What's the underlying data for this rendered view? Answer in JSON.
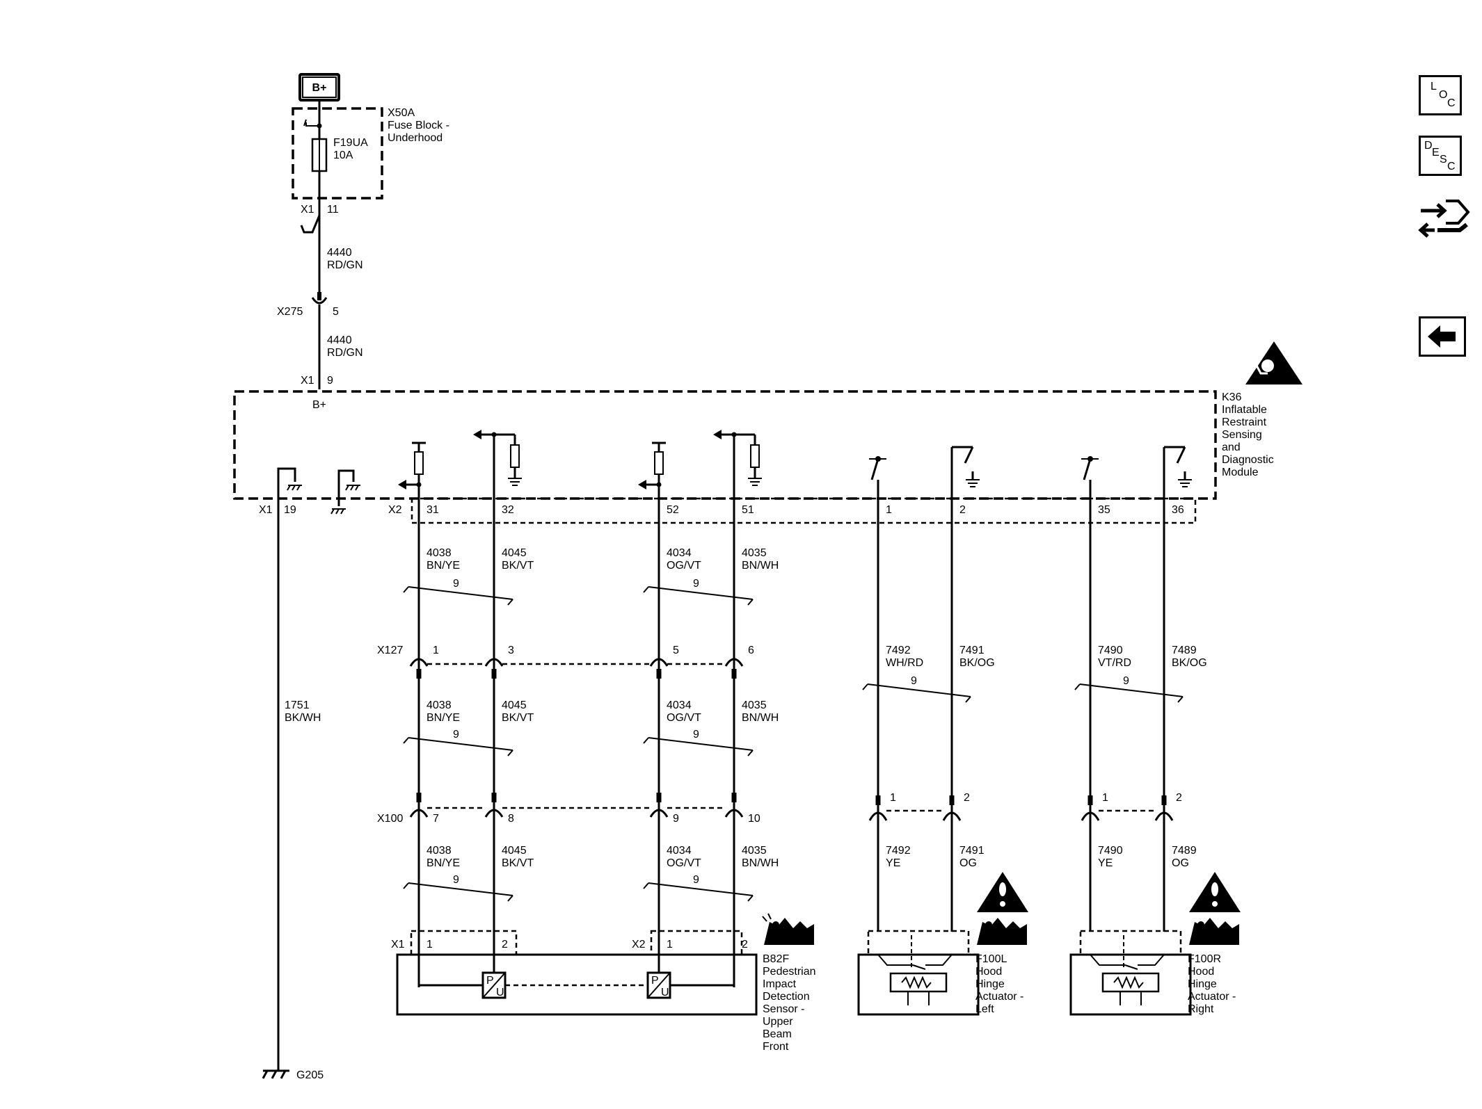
{
  "power": {
    "source": "B+",
    "fuse_block_id": "X50A",
    "fuse_block_name": [
      "Fuse Block -",
      "Underhood"
    ],
    "fuse_id": "F19UA",
    "fuse_rating": "10A",
    "x1_label": "X1",
    "x1_pin": "11",
    "wire_circuit": "4440",
    "wire_color": "RD/GN",
    "inline_conn": "X275",
    "inline_pin": "5",
    "module_conn": "X1",
    "module_pin": "9",
    "module_bplus": "B+"
  },
  "module": {
    "id": "K36",
    "name": [
      "Inflatable",
      "Restraint",
      "Sensing",
      "and",
      "Diagnostic",
      "Module"
    ]
  },
  "module_pins": {
    "x1": "X1",
    "x1_19": "19",
    "x2": "X2",
    "p31": "31",
    "p32": "32",
    "p52": "52",
    "p51": "51",
    "p1": "1",
    "p2": "2",
    "p35": "35",
    "p36": "36"
  },
  "sensor_wires": [
    {
      "circuit": "4038",
      "color": "BN/YE"
    },
    {
      "circuit": "4045",
      "color": "BK/VT"
    },
    {
      "circuit": "4034",
      "color": "OG/VT"
    },
    {
      "circuit": "4035",
      "color": "BN/WH"
    }
  ],
  "twist_label": "9",
  "x127": {
    "id": "X127",
    "pins": [
      "1",
      "3",
      "5",
      "6"
    ]
  },
  "x100": {
    "id": "X100",
    "pins": [
      "7",
      "8",
      "9",
      "10"
    ]
  },
  "ground_wire": {
    "circuit": "1751",
    "color": "BK/WH",
    "ground": "G205"
  },
  "actuator_left": {
    "upper": [
      {
        "circuit": "7492",
        "color": "WH/RD"
      },
      {
        "circuit": "7491",
        "color": "BK/OG"
      }
    ],
    "lower": [
      {
        "circuit": "7492",
        "color": "YE"
      },
      {
        "circuit": "7491",
        "color": "OG"
      }
    ],
    "pins": [
      "1",
      "2"
    ],
    "id": "F100L",
    "name": [
      "Hood",
      "Hinge",
      "Actuator -",
      "Left"
    ]
  },
  "actuator_right": {
    "upper": [
      {
        "circuit": "7490",
        "color": "VT/RD"
      },
      {
        "circuit": "7489",
        "color": "BK/OG"
      }
    ],
    "lower": [
      {
        "circuit": "7490",
        "color": "YE"
      },
      {
        "circuit": "7489",
        "color": "OG"
      }
    ],
    "pins": [
      "1",
      "2"
    ],
    "id": "F100R",
    "name": [
      "Hood",
      "Hinge",
      "Actuator -",
      "Right"
    ]
  },
  "sensor": {
    "x1": "X1",
    "x1_pins": [
      "1",
      "2"
    ],
    "x2": "X2",
    "x2_pins": [
      "1",
      "2"
    ],
    "id": "B82F",
    "name": [
      "Pedestrian",
      "Impact",
      "Detection",
      "Sensor -",
      "Upper",
      "Beam",
      "Front"
    ],
    "glyph_p": "P",
    "glyph_u": "U"
  },
  "side_buttons": {
    "loc": [
      "L",
      "O",
      "C"
    ],
    "desc": [
      "D",
      "E",
      "S",
      "C"
    ]
  }
}
